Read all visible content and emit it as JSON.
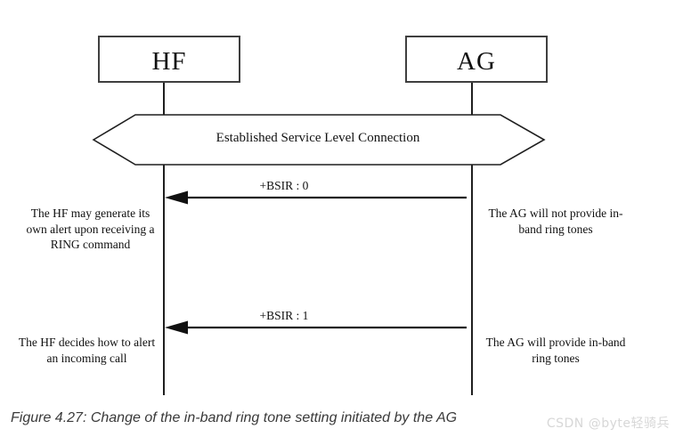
{
  "diagram": {
    "participants": [
      {
        "id": "hf",
        "label": "HF"
      },
      {
        "id": "ag",
        "label": "AG"
      }
    ],
    "banner": {
      "label": "Established Service Level Connection"
    },
    "messages": [
      {
        "label": "+BSIR : 0",
        "from": "AG",
        "to": "HF"
      },
      {
        "label": "+BSIR : 1",
        "from": "AG",
        "to": "HF"
      }
    ],
    "notes": [
      {
        "side": "left",
        "text": "The HF may generate its\nown alert upon receiving a\nRING command"
      },
      {
        "side": "right",
        "text": "The AG will not provide in-\nband ring tones"
      },
      {
        "side": "left",
        "text": "The HF decides how to alert\nan incoming call"
      },
      {
        "side": "right",
        "text": "The AG will provide in-band\nring tones"
      }
    ]
  },
  "caption": "Figure 4.27: Change of the in-band ring tone setting initiated by the AG",
  "watermark": "CSDN @byte轻骑兵",
  "colors": {
    "background": "#ffffff",
    "line": "#1f1f1f",
    "box_border": "#3f3f3f",
    "text": "#111111",
    "caption": "#3a3a3a",
    "watermark": "#d7d7d7"
  }
}
